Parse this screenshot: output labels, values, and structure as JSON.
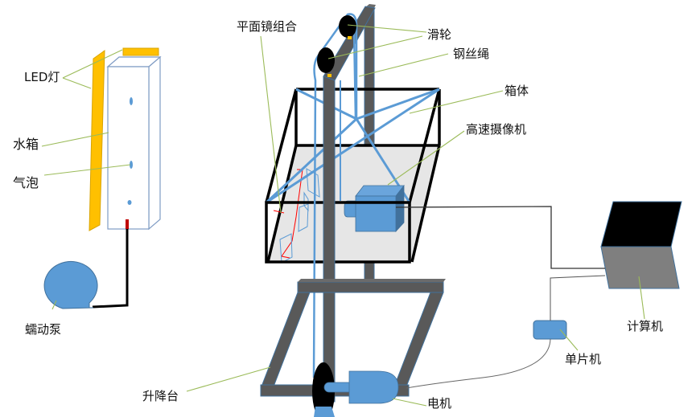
{
  "title": "气泡运动高速摄像实验装置示意图",
  "labels": {
    "led": "LED灯",
    "water_tank": "水箱",
    "bubble": "气泡",
    "peristaltic_pump": "蠕动泵",
    "mirror_group": "平面镜组合",
    "pulley": "滑轮",
    "wire_rope": "钢丝绳",
    "box": "箱体",
    "high_speed_camera": "高速摄像机",
    "lift_platform": "升降台",
    "motor": "电机",
    "mcu": "单片机",
    "computer": "计算机"
  },
  "colors": {
    "led": "#ffc000",
    "device_blue": "#5b9bd5",
    "rope_blue": "#5b9bd5",
    "frame_gray": "#595959",
    "leader_green": "#9bbb59",
    "screen_black": "#000000",
    "keyboard_gray": "#7f7f7f",
    "box_floor": "#e6e6e6",
    "pump_tube_red": "#c00000",
    "mirror_red": "#ff0000"
  }
}
